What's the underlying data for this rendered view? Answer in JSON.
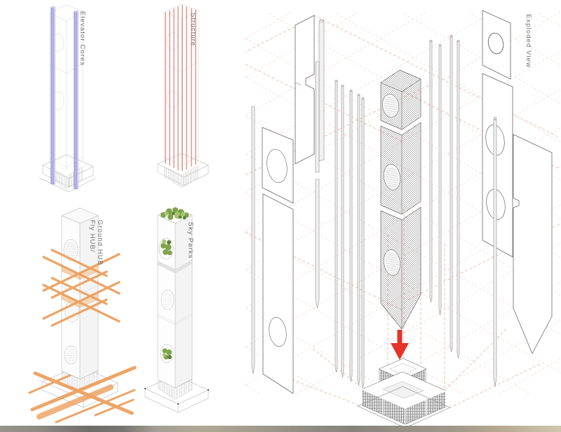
{
  "figures": {
    "elevator_cores": {
      "label": "Elevator Cores",
      "core_color": "#b2afe3",
      "core_edge": "#8f8cd0",
      "core_top": "#cdcaf0"
    },
    "structure": {
      "label": "Structure",
      "column_color": "#d5736c"
    },
    "fly_hub": {
      "label_line1": "Fly HUB/",
      "label_line2": "Ground HUB",
      "bar_color": "#eb9e5c",
      "slab_color": "#f6d2ab",
      "slab_edge": "#e59a55"
    },
    "sky_parks": {
      "label": "Sky Parks",
      "green": "#7fa34a",
      "green_light": "#a9c56d",
      "green_dark": "#5f7f33"
    },
    "exploded_view": {
      "label": "Exploded View",
      "projection_color": "#f0aca6",
      "arrow_color": "#e6332a"
    }
  }
}
